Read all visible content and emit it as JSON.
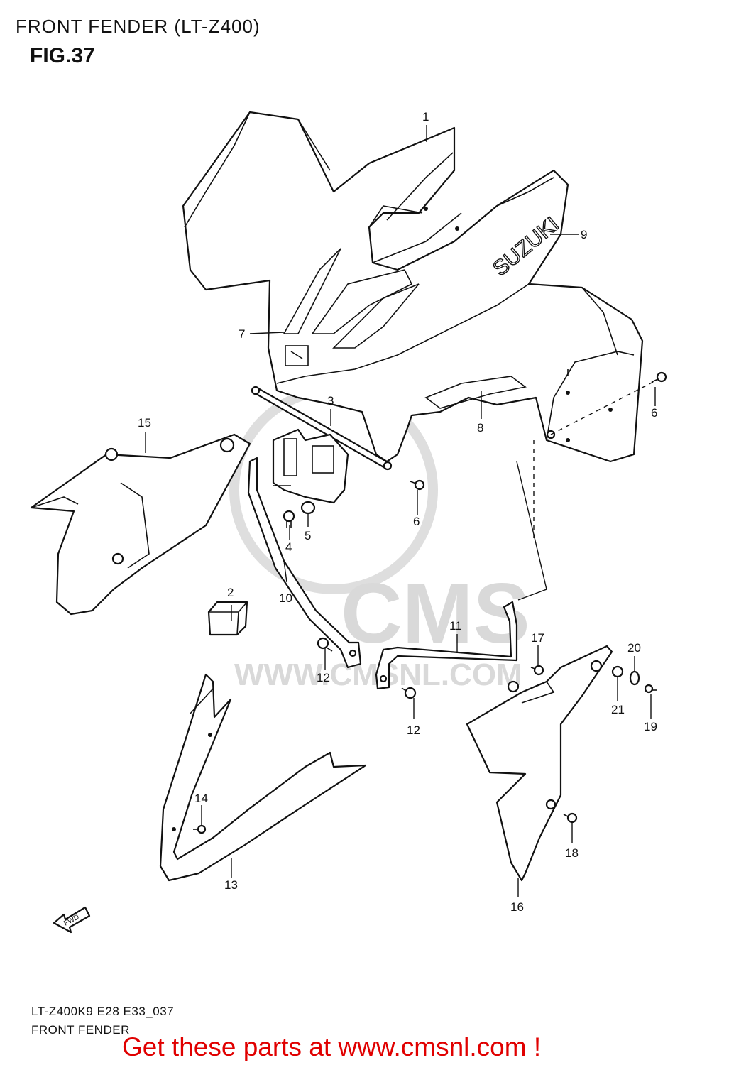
{
  "header": {
    "title": "FRONT FENDER (LT-Z400)",
    "fig_label": "FIG.37"
  },
  "footer": {
    "model_code": "LT-Z400K9 E28 E33_037",
    "caption": "FRONT FENDER",
    "promo": "Get these parts at www.cmsnl.com !"
  },
  "diagram": {
    "logo_text": "SUZUKI",
    "fwd_label": "FWD",
    "watermark_brand": "CMS",
    "watermark_url": "WWW.CMSNL.COM",
    "callouts": {
      "p1": "1",
      "p2": "2",
      "p3": "3",
      "p4": "4",
      "p5": "5",
      "p6a": "6",
      "p6b": "6",
      "p7": "7",
      "p8": "8",
      "p9": "9",
      "p10": "10",
      "p11": "11",
      "p12a": "12",
      "p12b": "12",
      "p13": "13",
      "p14": "14",
      "p15": "15",
      "p16": "16",
      "p17": "17",
      "p18": "18",
      "p19": "19",
      "p20": "20",
      "p21": "21"
    }
  },
  "colors": {
    "line": "#111111",
    "promo_text": "#e00000",
    "watermark": "#d9d9d9",
    "background": "#ffffff"
  }
}
